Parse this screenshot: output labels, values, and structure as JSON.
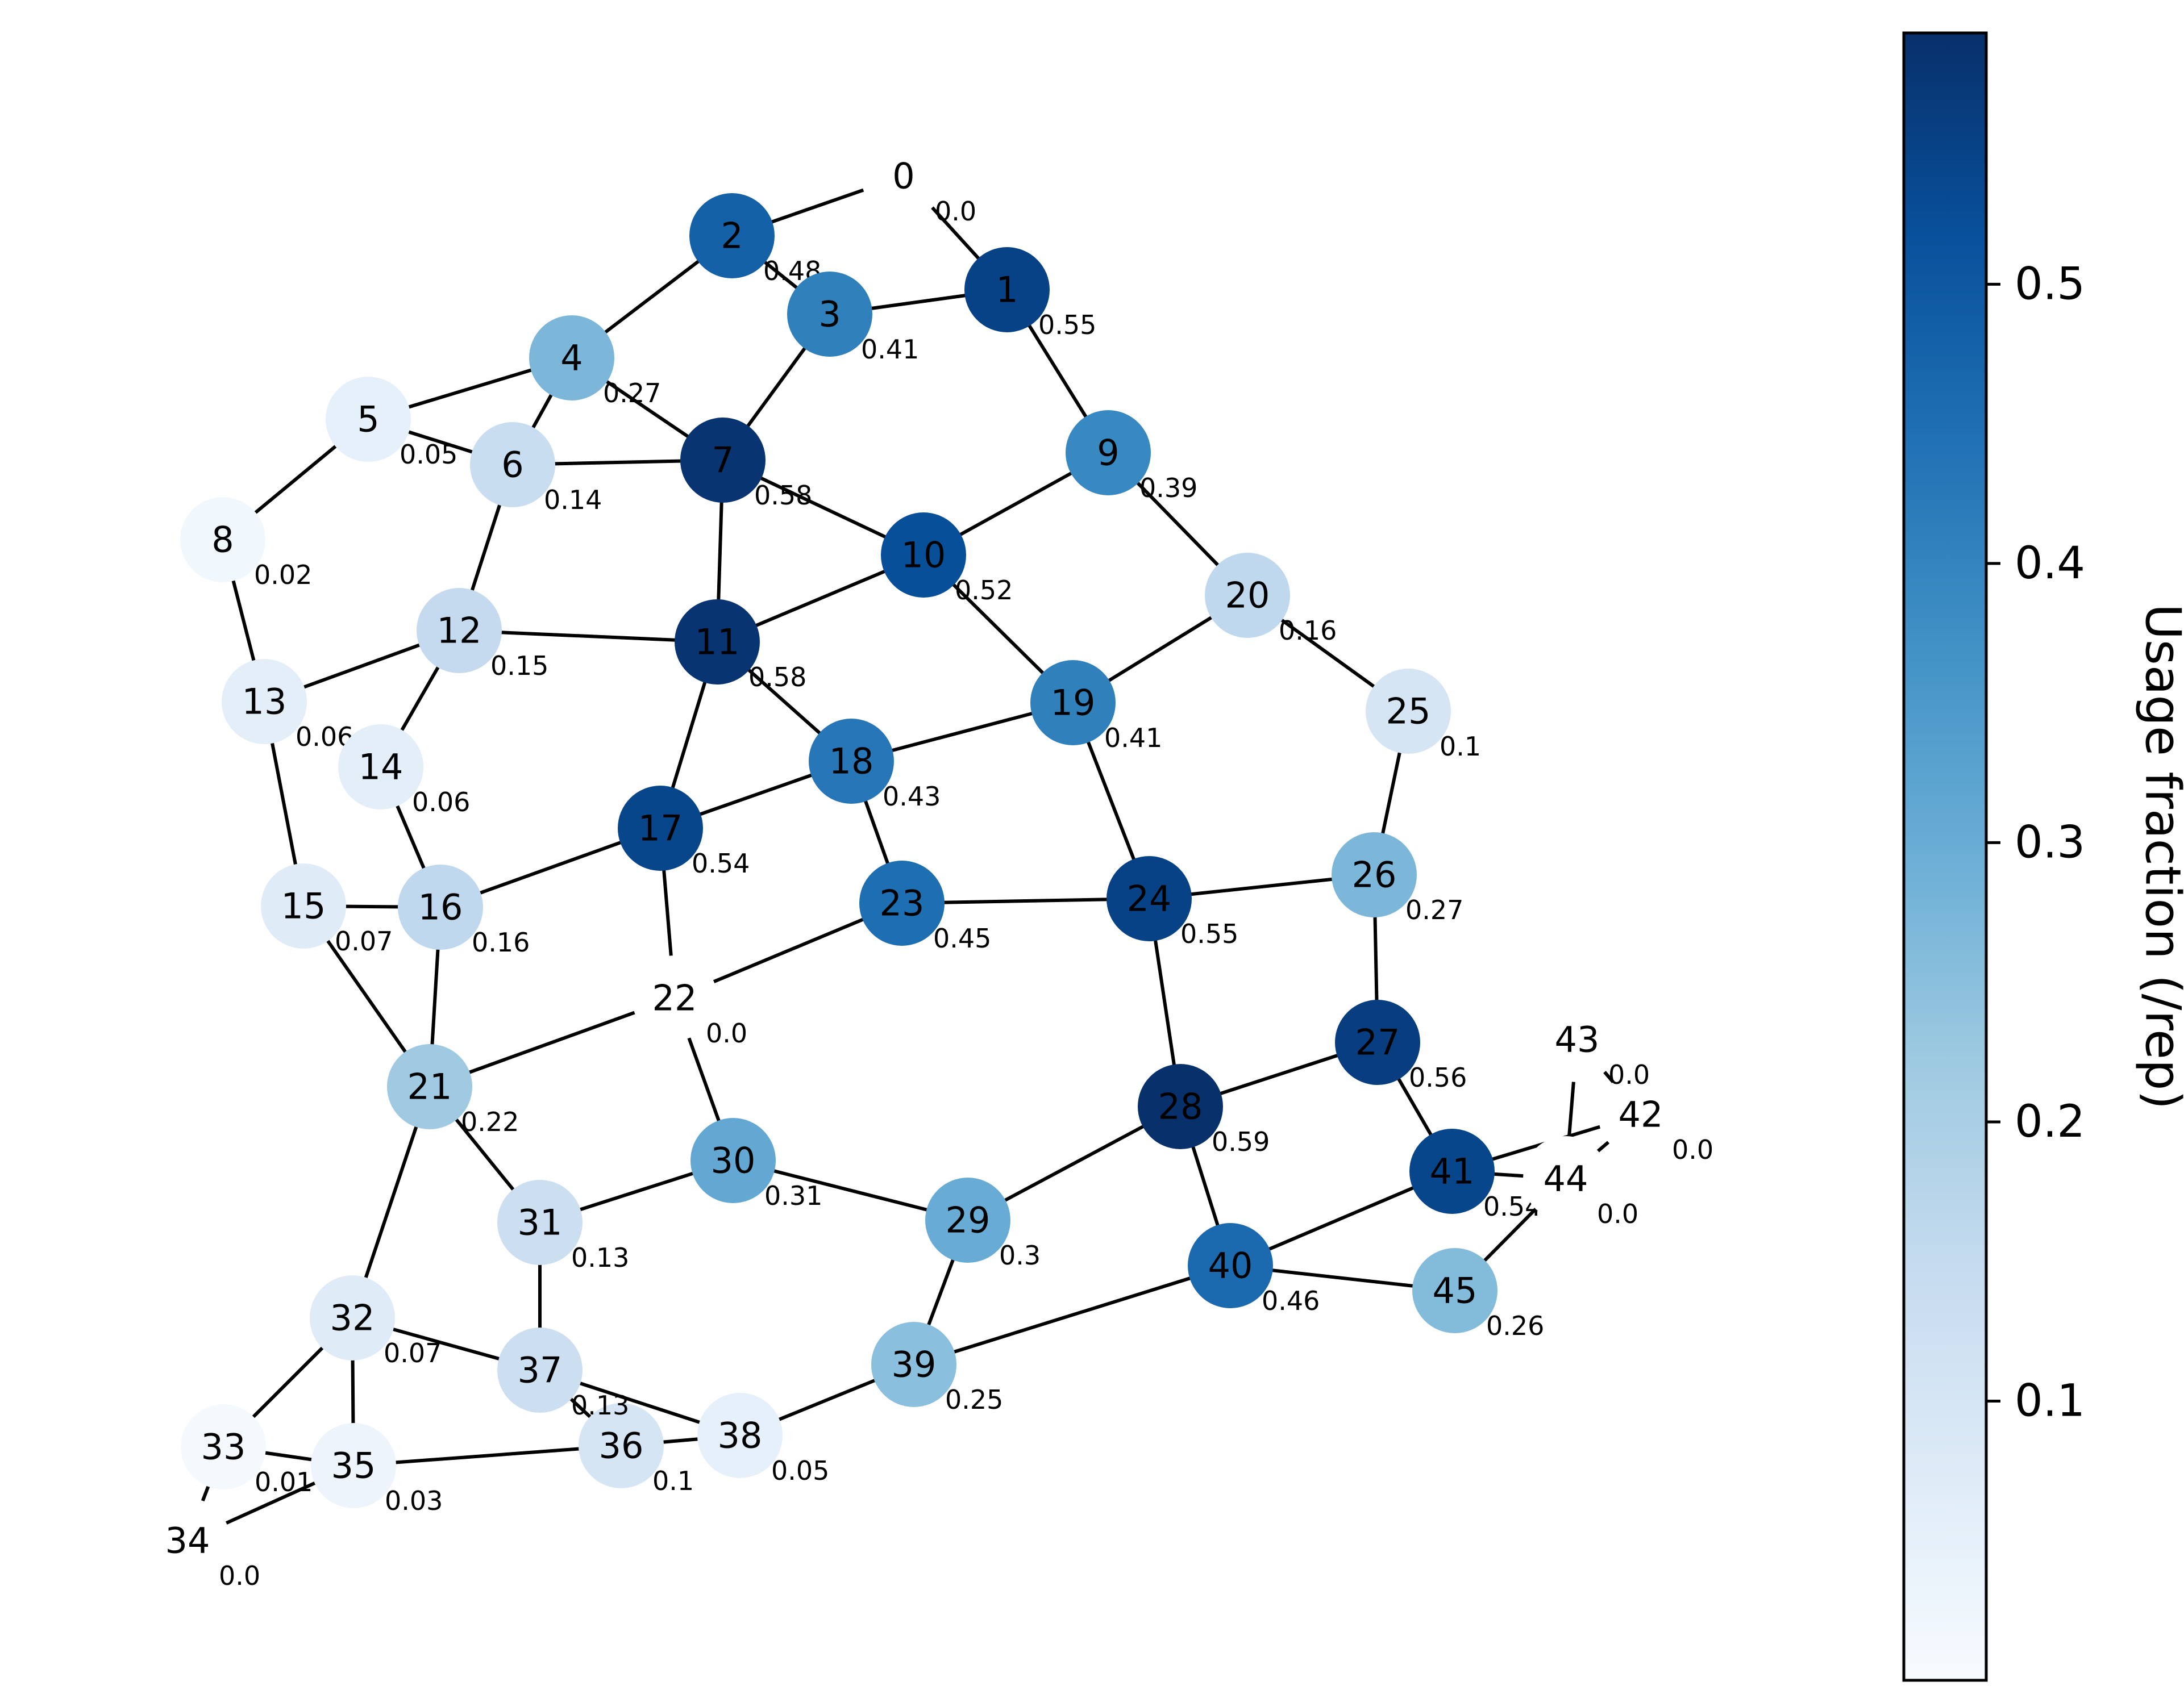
{
  "colorbar": {
    "label": "Usage fraction (/rep)",
    "ticks": [
      "0.1",
      "0.2",
      "0.3",
      "0.4",
      "0.5"
    ],
    "colors": {
      "low": "#f7fbff",
      "mid": "#6baed6",
      "high": "#08306b"
    }
  },
  "graph": {
    "nodes": [
      {
        "id": "0",
        "value": "0.0",
        "usage": 0.0
      },
      {
        "id": "1",
        "value": "0.55",
        "usage": 0.55
      },
      {
        "id": "2",
        "value": "0.48",
        "usage": 0.48
      },
      {
        "id": "3",
        "value": "0.41",
        "usage": 0.41
      },
      {
        "id": "4",
        "value": "0.27",
        "usage": 0.27
      },
      {
        "id": "5",
        "value": "0.05",
        "usage": 0.05
      },
      {
        "id": "6",
        "value": "0.14",
        "usage": 0.14
      },
      {
        "id": "7",
        "value": "0.58",
        "usage": 0.58
      },
      {
        "id": "8",
        "value": "0.02",
        "usage": 0.02
      },
      {
        "id": "9",
        "value": "0.39",
        "usage": 0.39
      },
      {
        "id": "10",
        "value": "0.52",
        "usage": 0.52
      },
      {
        "id": "11",
        "value": "0.58",
        "usage": 0.58
      },
      {
        "id": "12",
        "value": "0.15",
        "usage": 0.15
      },
      {
        "id": "13",
        "value": "0.06",
        "usage": 0.06
      },
      {
        "id": "14",
        "value": "0.06",
        "usage": 0.06
      },
      {
        "id": "15",
        "value": "0.07",
        "usage": 0.07
      },
      {
        "id": "16",
        "value": "0.16",
        "usage": 0.16
      },
      {
        "id": "17",
        "value": "0.54",
        "usage": 0.54
      },
      {
        "id": "18",
        "value": "0.43",
        "usage": 0.43
      },
      {
        "id": "19",
        "value": "0.41",
        "usage": 0.41
      },
      {
        "id": "20",
        "value": "0.16",
        "usage": 0.16
      },
      {
        "id": "21",
        "value": "0.22",
        "usage": 0.22
      },
      {
        "id": "22",
        "value": "0.0",
        "usage": 0.0
      },
      {
        "id": "23",
        "value": "0.45",
        "usage": 0.45
      },
      {
        "id": "24",
        "value": "0.55",
        "usage": 0.55
      },
      {
        "id": "25",
        "value": "0.1",
        "usage": 0.1
      },
      {
        "id": "26",
        "value": "0.27",
        "usage": 0.27
      },
      {
        "id": "27",
        "value": "0.56",
        "usage": 0.56
      },
      {
        "id": "28",
        "value": "0.59",
        "usage": 0.59
      },
      {
        "id": "29",
        "value": "0.3",
        "usage": 0.3
      },
      {
        "id": "30",
        "value": "0.31",
        "usage": 0.31
      },
      {
        "id": "31",
        "value": "0.13",
        "usage": 0.13
      },
      {
        "id": "32",
        "value": "0.07",
        "usage": 0.07
      },
      {
        "id": "33",
        "value": "0.01",
        "usage": 0.01
      },
      {
        "id": "34",
        "value": "0.0",
        "usage": 0.0
      },
      {
        "id": "35",
        "value": "0.03",
        "usage": 0.03
      },
      {
        "id": "36",
        "value": "0.1",
        "usage": 0.1
      },
      {
        "id": "37",
        "value": "0.13",
        "usage": 0.13
      },
      {
        "id": "38",
        "value": "0.05",
        "usage": 0.05
      },
      {
        "id": "39",
        "value": "0.25",
        "usage": 0.25
      },
      {
        "id": "40",
        "value": "0.46",
        "usage": 0.46
      },
      {
        "id": "41",
        "value": "0.54",
        "usage": 0.54
      },
      {
        "id": "42",
        "value": "0.0",
        "usage": 0.0
      },
      {
        "id": "43",
        "value": "0.0",
        "usage": 0.0
      },
      {
        "id": "44",
        "value": "0.0",
        "usage": 0.0
      },
      {
        "id": "45",
        "value": "0.26",
        "usage": 0.26
      }
    ],
    "edges": [
      [
        "0",
        "2"
      ],
      [
        "0",
        "1"
      ],
      [
        "1",
        "3"
      ],
      [
        "1",
        "9"
      ],
      [
        "2",
        "3"
      ],
      [
        "2",
        "4"
      ],
      [
        "3",
        "7"
      ],
      [
        "4",
        "5"
      ],
      [
        "4",
        "6"
      ],
      [
        "4",
        "7"
      ],
      [
        "5",
        "6"
      ],
      [
        "5",
        "8"
      ],
      [
        "6",
        "7"
      ],
      [
        "6",
        "12"
      ],
      [
        "7",
        "10"
      ],
      [
        "7",
        "11"
      ],
      [
        "8",
        "13"
      ],
      [
        "9",
        "10"
      ],
      [
        "9",
        "20"
      ],
      [
        "10",
        "11"
      ],
      [
        "10",
        "19"
      ],
      [
        "11",
        "12"
      ],
      [
        "11",
        "17"
      ],
      [
        "11",
        "18"
      ],
      [
        "12",
        "13"
      ],
      [
        "12",
        "14"
      ],
      [
        "13",
        "15"
      ],
      [
        "14",
        "16"
      ],
      [
        "15",
        "16"
      ],
      [
        "15",
        "21"
      ],
      [
        "16",
        "17"
      ],
      [
        "16",
        "21"
      ],
      [
        "17",
        "18"
      ],
      [
        "17",
        "22"
      ],
      [
        "18",
        "19"
      ],
      [
        "18",
        "23"
      ],
      [
        "19",
        "20"
      ],
      [
        "19",
        "24"
      ],
      [
        "20",
        "25"
      ],
      [
        "21",
        "22"
      ],
      [
        "21",
        "31"
      ],
      [
        "21",
        "32"
      ],
      [
        "22",
        "23"
      ],
      [
        "22",
        "30"
      ],
      [
        "23",
        "24"
      ],
      [
        "24",
        "26"
      ],
      [
        "24",
        "28"
      ],
      [
        "25",
        "26"
      ],
      [
        "26",
        "27"
      ],
      [
        "27",
        "28"
      ],
      [
        "27",
        "41"
      ],
      [
        "28",
        "29"
      ],
      [
        "28",
        "40"
      ],
      [
        "29",
        "30"
      ],
      [
        "29",
        "39"
      ],
      [
        "30",
        "31"
      ],
      [
        "31",
        "37"
      ],
      [
        "32",
        "33"
      ],
      [
        "32",
        "35"
      ],
      [
        "32",
        "37"
      ],
      [
        "33",
        "34"
      ],
      [
        "33",
        "35"
      ],
      [
        "34",
        "35"
      ],
      [
        "35",
        "36"
      ],
      [
        "36",
        "37"
      ],
      [
        "36",
        "38"
      ],
      [
        "37",
        "38"
      ],
      [
        "38",
        "39"
      ],
      [
        "39",
        "40"
      ],
      [
        "40",
        "41"
      ],
      [
        "40",
        "45"
      ],
      [
        "41",
        "44"
      ],
      [
        "41",
        "42"
      ],
      [
        "42",
        "43"
      ],
      [
        "44",
        "45"
      ],
      [
        "42",
        "44"
      ],
      [
        "43",
        "44"
      ]
    ]
  }
}
